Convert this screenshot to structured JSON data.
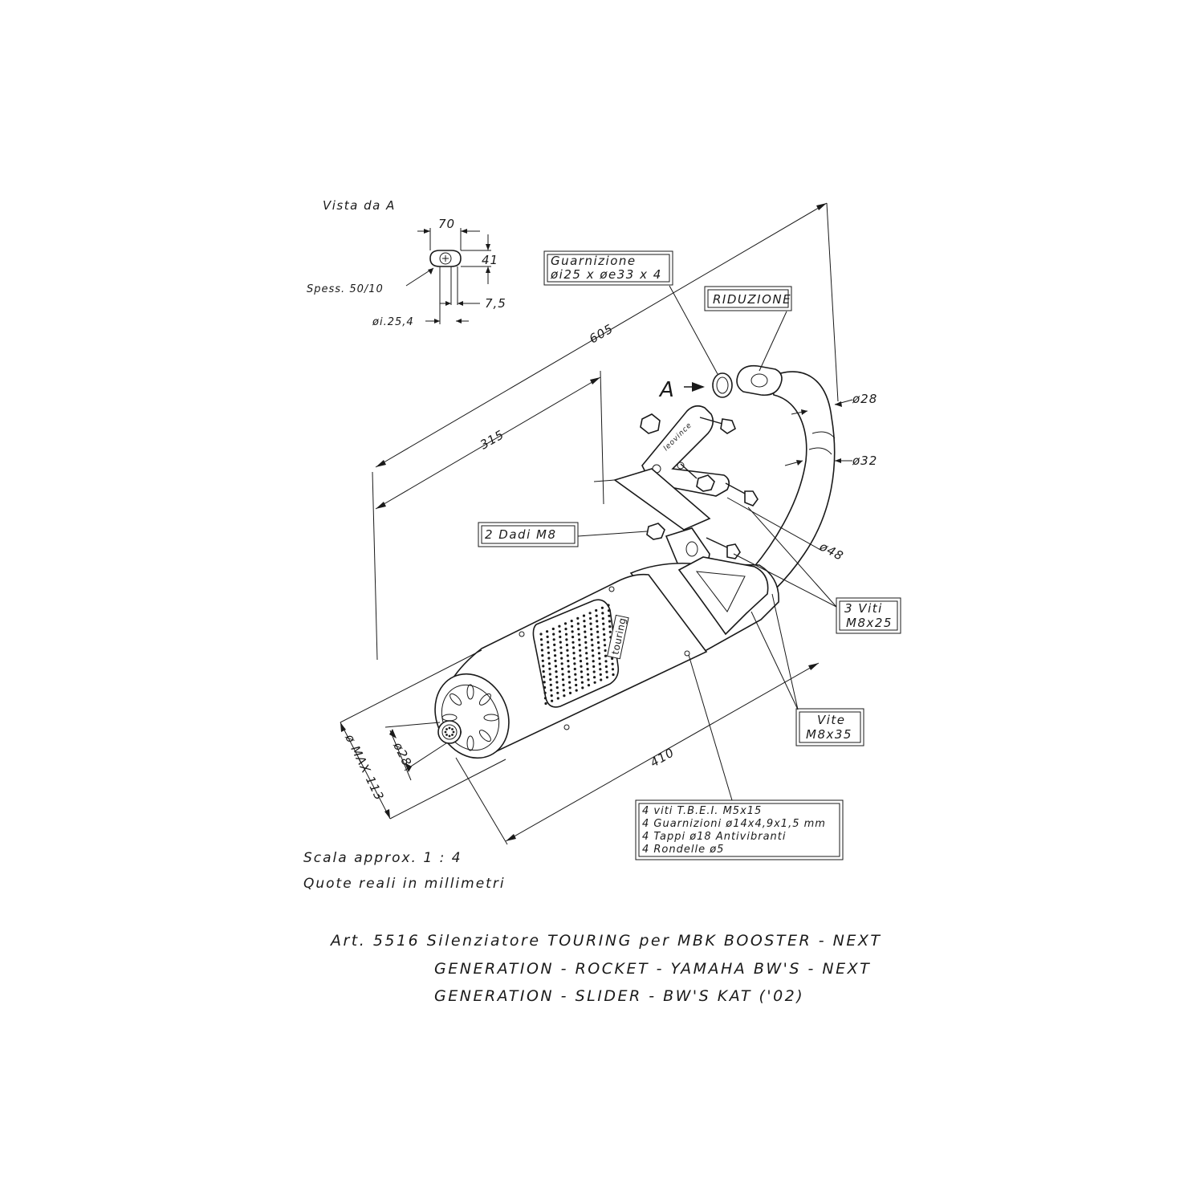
{
  "view_a": {
    "title": "Vista da A",
    "dim_width": "70",
    "dim_height": "41",
    "dim_slot": "7,5",
    "thickness": "Spess. 50/10",
    "inner_diameter": "øi.25,4"
  },
  "labels": {
    "gasket_title": "Guarnizione",
    "gasket_size": "øi25 x øe33 x 4",
    "reduction": "RIDUZIONE",
    "view_marker": "A",
    "nuts": "2 Dadi M8",
    "screws3_line1": "3 Viti",
    "screws3_line2": "M8x25",
    "screw1_line1": "Vite",
    "screw1_line2": "M8x35",
    "kit_line1": "4 viti T.B.E.I. M5x15",
    "kit_line2": "4 Guarnizioni ø14x4,9x1,5 mm",
    "kit_line3": "4 Tappi ø18 Antivibranti",
    "kit_line4": "4 Rondelle ø5",
    "brand": "touring"
  },
  "dimensions": {
    "total_length": "605",
    "bracket_length": "315",
    "silencer_length": "410",
    "pipe_d1": "ø28",
    "pipe_d2": "ø32",
    "pipe_d3": "ø48",
    "outlet_d": "ø28",
    "max_d": "ø MAX 113"
  },
  "notes": {
    "scale": "Scala approx. 1 : 4",
    "units": "Quote reali in millimetri"
  },
  "caption": {
    "line1": "Art. 5516 Silenziatore TOURING per MBK BOOSTER - NEXT",
    "line2": "GENERATION - ROCKET - YAMAHA BW'S - NEXT",
    "line3": "GENERATION - SLIDER - BW'S KAT ('02)"
  }
}
